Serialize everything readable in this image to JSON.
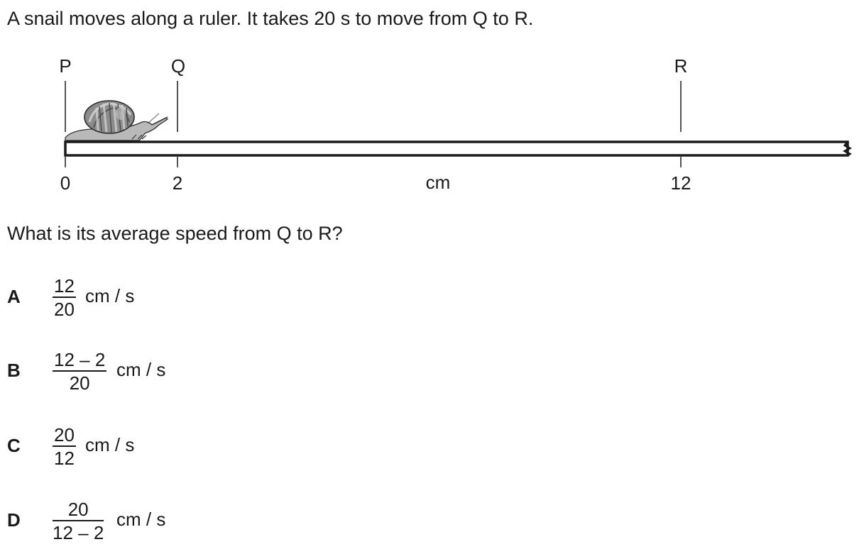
{
  "question": {
    "stem": "A snail moves along a ruler. It takes 20 s to move from Q to R.",
    "prompt": "What is its average speed from Q to R?"
  },
  "figure": {
    "points": [
      {
        "label": "P",
        "mark": "0"
      },
      {
        "label": "Q",
        "mark": "2"
      },
      {
        "label": "R",
        "mark": "12"
      }
    ],
    "unit_label": "cm",
    "snail_icon": "snail-icon"
  },
  "options": [
    {
      "letter": "A",
      "numerator": "12",
      "denominator": "20",
      "unit": "cm / s"
    },
    {
      "letter": "B",
      "numerator": "12 – 2",
      "denominator": "20",
      "unit": "cm / s"
    },
    {
      "letter": "C",
      "numerator": "20",
      "denominator": "12",
      "unit": "cm / s"
    },
    {
      "letter": "D",
      "numerator": "20",
      "denominator": "12 – 2",
      "unit": "cm / s"
    }
  ]
}
